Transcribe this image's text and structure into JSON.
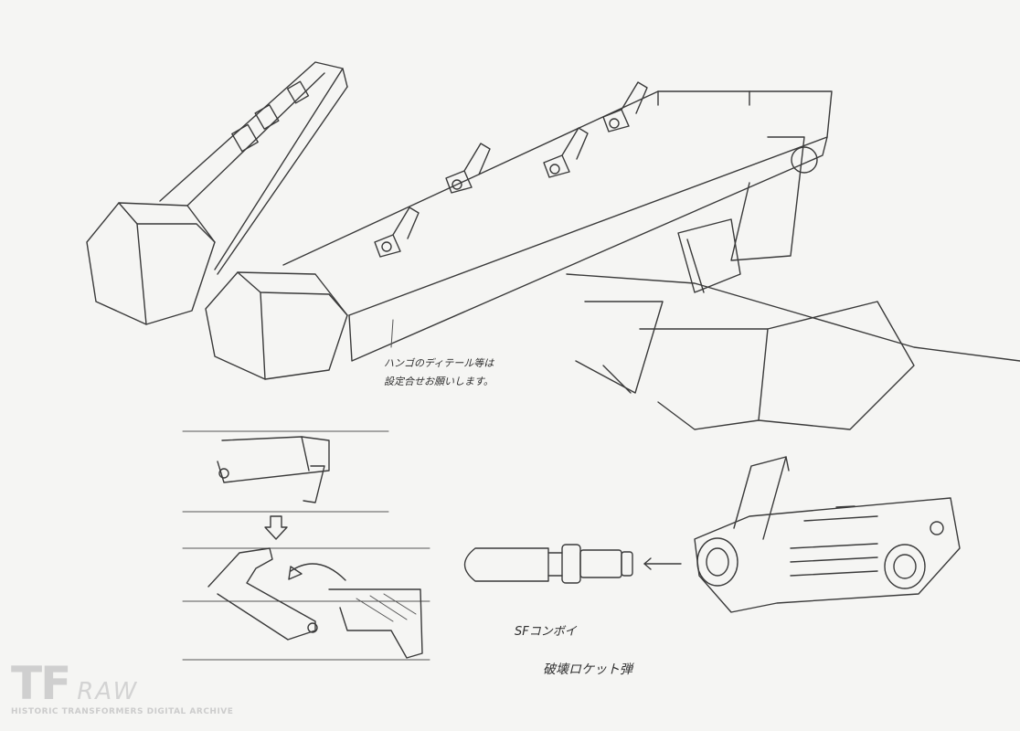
{
  "notes": {
    "detail_line1": "ハンゴのディテール等は",
    "detail_line2": "設定合せお願いします。",
    "character_name": "SFコンボイ",
    "weapon_name": "破壊ロケット弾"
  },
  "watermark": {
    "mark": "TF",
    "word": "RAW",
    "tagline": "HISTORIC TRANSFORMERS DIGITAL ARCHIVE"
  }
}
